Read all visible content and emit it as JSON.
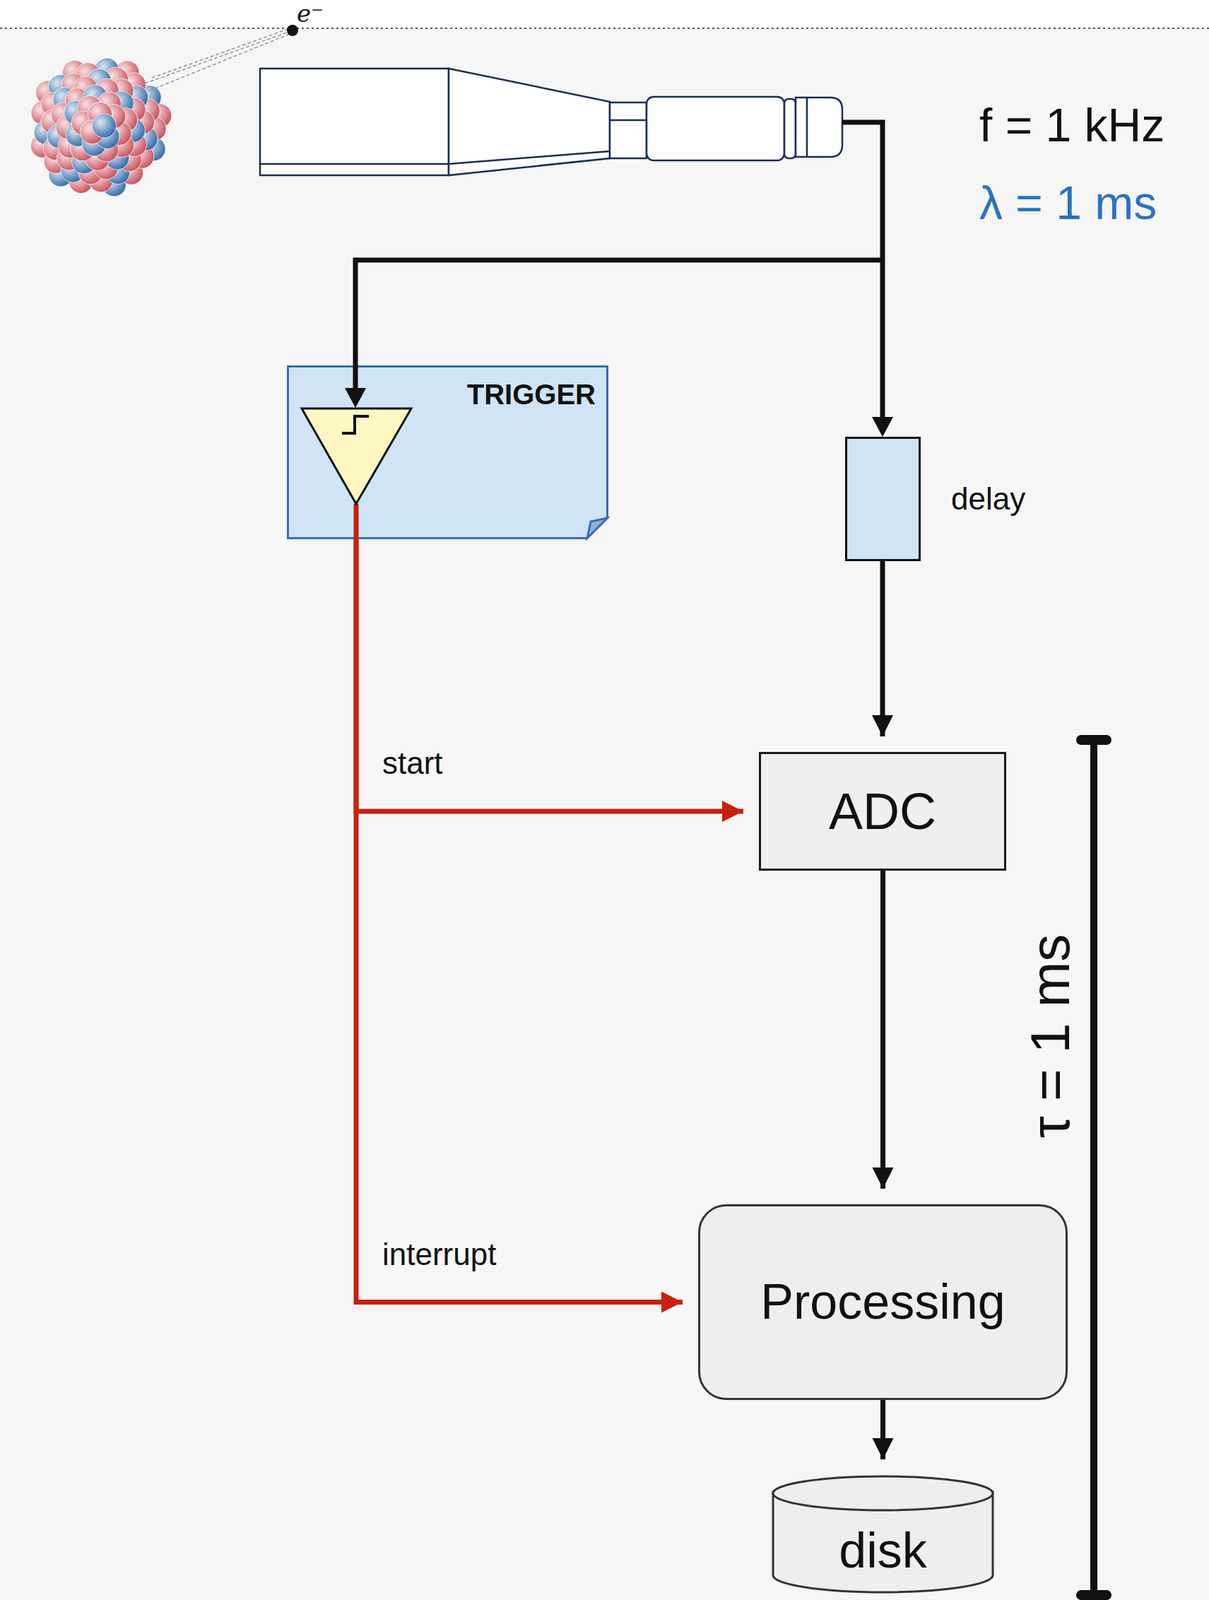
{
  "diagram": {
    "nodes": [
      {
        "text": [
          "TRIGGER"
        ]
      },
      {
        "text": [
          "delay"
        ]
      },
      {
        "text": [
          "ADC"
        ]
      },
      {
        "text": [
          "Processing"
        ]
      },
      {
        "text": [
          "disk"
        ]
      }
    ],
    "edges": [
      {
        "from": 1,
        "to": 2,
        "arrow": "to"
      },
      {
        "from": 2,
        "to": 3,
        "arrow": "to"
      },
      {
        "from": 3,
        "to": 4,
        "arrow": "to"
      },
      {
        "from": 0,
        "to": 2,
        "label": "start",
        "arrow": "to"
      },
      {
        "from": 0,
        "to": 3,
        "label": "interrupt",
        "arrow": "to"
      }
    ],
    "labels": [
      "e⁻",
      "f = 1 kHz",
      "λ = 1 ms",
      "τ = 1 ms"
    ]
  }
}
